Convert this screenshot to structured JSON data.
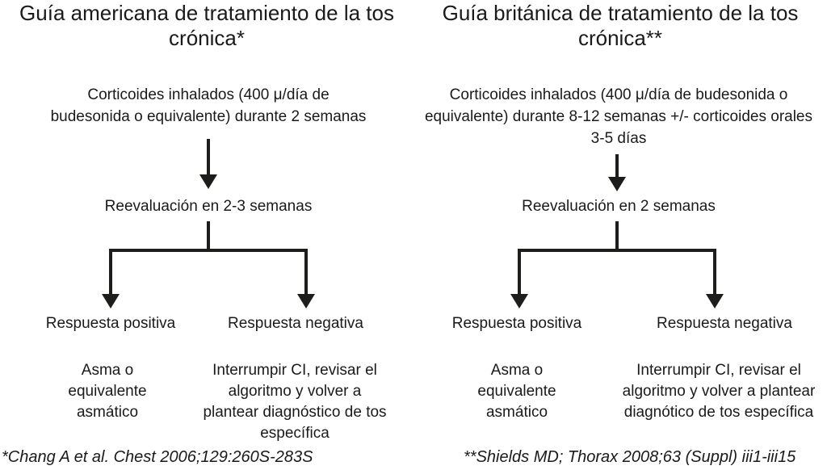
{
  "figure": {
    "american": {
      "title": "Guía americana de tratamiento de la tos\ncrónica*",
      "step1": "Corticoides inhalados (400 μ/día de\nbudesonida o equivalente) durante 2 semanas",
      "reevaluation": "Reevaluación en 2-3 semanas",
      "response_positive": "Respuesta positiva",
      "response_negative": "Respuesta negativa",
      "outcome_positive": "Asma o\nequivalente\nasmático",
      "outcome_negative": "Interrumpir CI, revisar el\nalgoritmo y volver a\nplantear diagnóstico de tos\nespecífica",
      "footnote": "*Chang A et al. Chest 2006;129:260S-283S"
    },
    "british": {
      "title": "Guía británica de tratamiento de la tos\ncrónica**",
      "step1": "Corticoides inhalados (400 μ/día de budesonida o\nequivalente) durante 8-12 semanas +/- corticoides orales\n3-5 días",
      "reevaluation": "Reevaluación en 2 semanas",
      "response_positive": "Respuesta positiva",
      "response_negative": "Respuesta negativa",
      "outcome_positive": "Asma o\nequivalente\nasmático",
      "outcome_negative": "Interrumpir CI, revisar el\nalgoritmo y volver a plantear\ndiagnótico de tos específica",
      "footnote": "**Shields MD; Thorax 2008;63 (Suppl) iii1-iii15"
    },
    "colors": {
      "text": "#1a1a1a",
      "line": "#1d1d1b",
      "background": "#ffffff"
    }
  }
}
